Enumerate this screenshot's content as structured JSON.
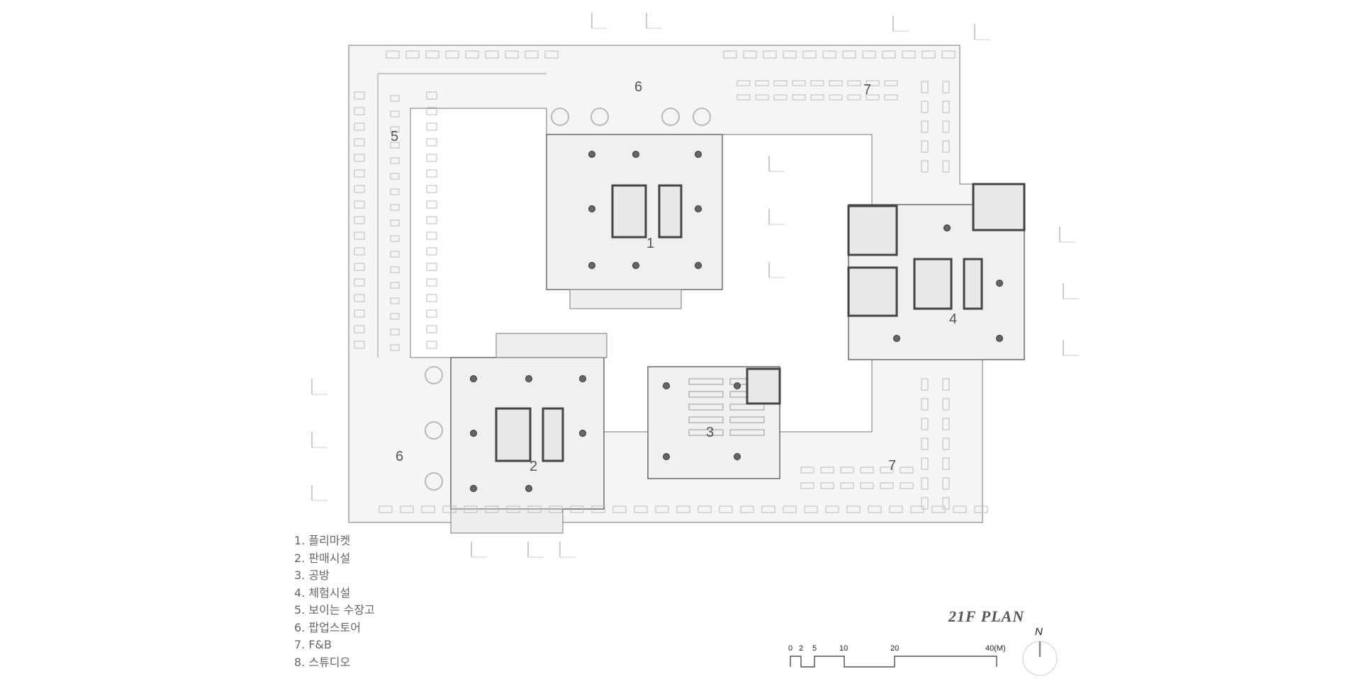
{
  "plan": {
    "title": "21F PLAN",
    "zone_labels": [
      {
        "id": "1",
        "text": "1"
      },
      {
        "id": "2",
        "text": "2"
      },
      {
        "id": "3",
        "text": "3"
      },
      {
        "id": "4",
        "text": "4"
      },
      {
        "id": "5",
        "text": "5"
      },
      {
        "id": "6a",
        "text": "6"
      },
      {
        "id": "6b",
        "text": "6"
      },
      {
        "id": "7a",
        "text": "7"
      },
      {
        "id": "7b",
        "text": "7"
      }
    ]
  },
  "legend": [
    "1. 플리마켓",
    "2. 판매시설",
    "3. 공방",
    "4. 체험시설",
    "5. 보이는 수장고",
    "6. 팝업스토어",
    "7. F&B",
    "8. 스튜디오"
  ],
  "scale_bar": {
    "ticks": [
      "0",
      "2",
      "5",
      "10",
      "20",
      "40(M)"
    ]
  },
  "north": {
    "label": "N"
  },
  "colors": {
    "line": "#555555",
    "core": "#444444",
    "furniture": "#bbbbbb",
    "floor": "#f4f4f4"
  }
}
